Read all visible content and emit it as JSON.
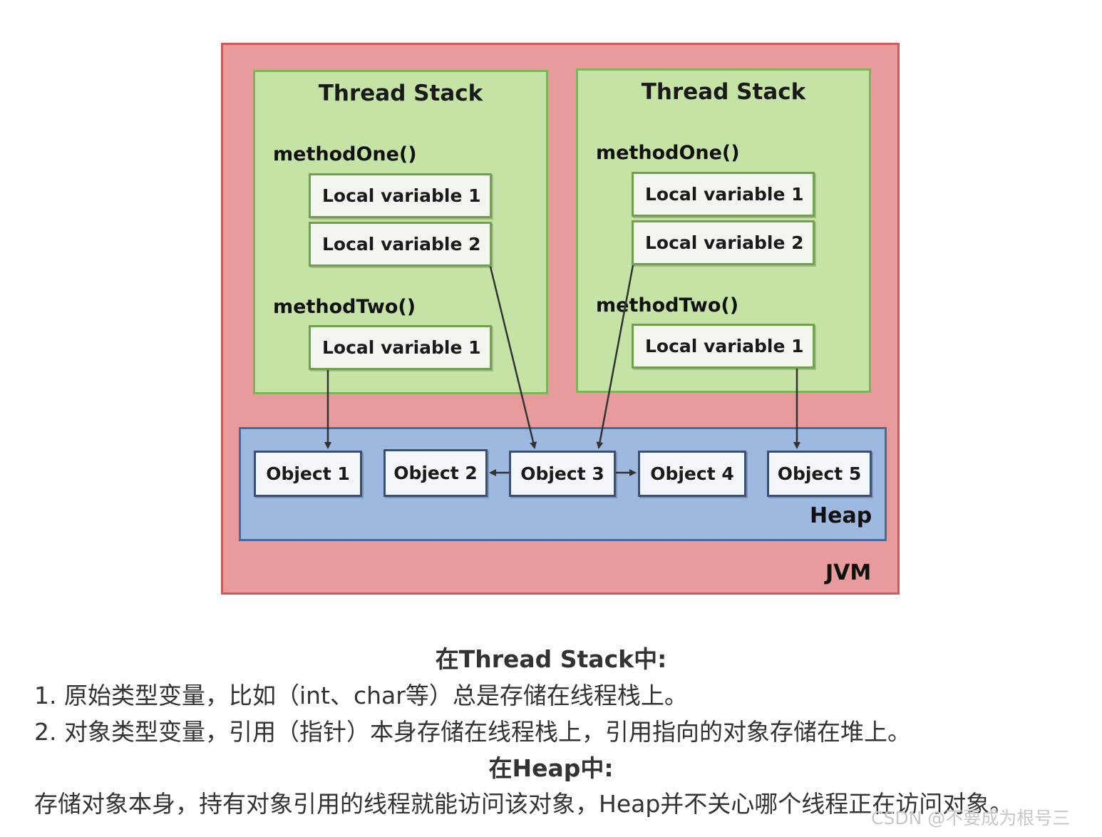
{
  "diagram": {
    "jvm_label": "JVM",
    "heap_label": "Heap",
    "stacks": [
      {
        "title": "Thread Stack",
        "method_one": "methodOne()",
        "method_one_vars": [
          "Local variable 1",
          "Local variable 2"
        ],
        "method_two": "methodTwo()",
        "method_two_vars": [
          "Local variable 1"
        ]
      },
      {
        "title": "Thread Stack",
        "method_one": "methodOne()",
        "method_one_vars": [
          "Local variable 1",
          "Local variable 2"
        ],
        "method_two": "methodTwo()",
        "method_two_vars": [
          "Local variable 1"
        ]
      }
    ],
    "objects": [
      "Object 1",
      "Object 2",
      "Object 3",
      "Object 4",
      "Object 5"
    ]
  },
  "caption": {
    "stack_heading": "在Thread Stack中:",
    "stack_line1": "1. 原始类型变量，比如（int、char等）总是存储在线程栈上。",
    "stack_line2": "2. 对象类型变量，引用（指针）本身存储在线程栈上，引用指向的对象存储在堆上。",
    "heap_heading": "在Heap中:",
    "heap_line": "存储对象本身，持有对象引用的线程就能访问该对象，Heap并不关心哪个线程正在访问对象。"
  },
  "watermark": "CSDN @不要成为根号三"
}
